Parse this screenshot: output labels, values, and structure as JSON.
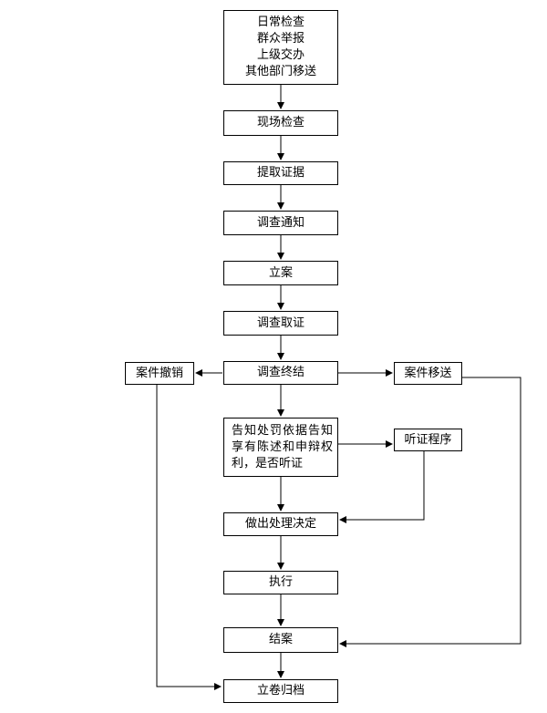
{
  "nodes": {
    "sources": [
      "日常检查",
      "群众举报",
      "上级交办",
      "其他部门移送"
    ],
    "inspect": "现场检查",
    "evidence": "提取证据",
    "notice": "调查通知",
    "filing": "立案",
    "investigate": "调查取证",
    "conclude": "调查终结",
    "revoke": "案件撤销",
    "transfer": "案件移送",
    "inform": [
      "告知处罚依据告知",
      "享有陈述和申辩权",
      "利，是否听证"
    ],
    "hearing": "听证程序",
    "decision": "做出处理决定",
    "execute": "执行",
    "close": "结案",
    "archive": "立卷归档"
  }
}
